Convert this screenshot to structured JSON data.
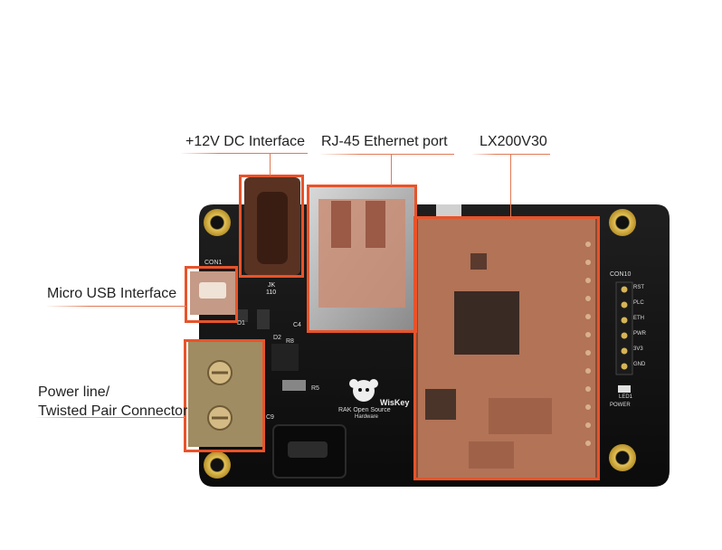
{
  "labels": {
    "dc_interface": "+12V DC Interface",
    "rj45": "RJ-45 Ethernet port",
    "module": "LX200V30",
    "micro_usb": "Micro USB Interface",
    "power_line_1": "Power line/",
    "power_line_2": "Twisted Pair Connector"
  },
  "board_text": {
    "con1": "CON1",
    "con10": "CON10",
    "brand": "WisKey",
    "rak_1": "RAK  Open Source",
    "rak_2": "Hardware",
    "led_label": "LED1",
    "power_label": "POWER",
    "d1": "D1",
    "d2": "D2",
    "r8": "R8",
    "r5": "R5",
    "c4": "C4",
    "c9": "C9",
    "jk": "JK",
    "jk_num": "110",
    "pins": [
      "RST",
      "PLC",
      "ETH",
      "PWR",
      "3V3",
      "GND"
    ]
  },
  "colors": {
    "accent": "#e8532a",
    "board": "#141414",
    "copper": "#b87a5e"
  }
}
